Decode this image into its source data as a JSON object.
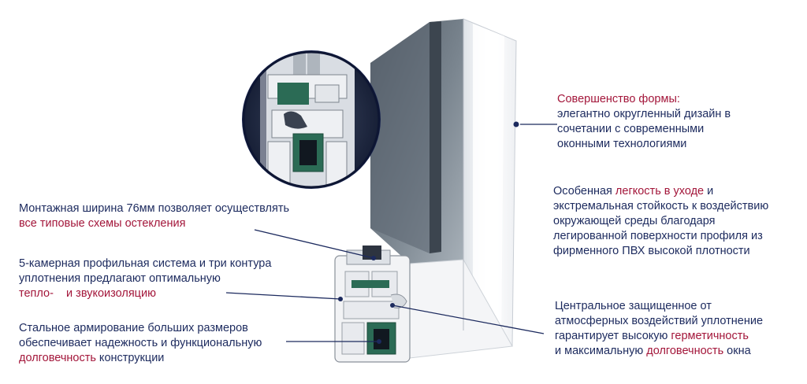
{
  "colors": {
    "text": "#1c2a5e",
    "highlight": "#a3163a",
    "glass": "#6c7782",
    "profile": "#f3f4f6",
    "seal_green": "#2b6b55",
    "inset_ring": "#1f2c5c"
  },
  "callouts": {
    "form": {
      "title": "Совершенство формы:",
      "line1": "элегантно округленный дизайн в",
      "line2": "сочетании с современными",
      "line3": "оконными технологиями"
    },
    "care": {
      "l1_pre": "Особенная ",
      "l1_hl": "легкость в уходе",
      "l1_post": " и",
      "line2": "экстремальная стойкость к воздействию",
      "line3": "окружающей среды благодаря",
      "line4": "легированной поверхности профиля из",
      "line5": "фирменного ПВХ высокой плотности"
    },
    "seal": {
      "line1": "Центральное защищенное от",
      "line2": "атмосферных воздействий уплотнение",
      "l3_pre": "гарантирует высокую ",
      "l3_hl": "герметичность",
      "l4_pre": "и максимальную ",
      "l4_hl": "долговечность",
      "l4_post": " окна"
    },
    "width": {
      "line1": "Монтажная ширина 76мм позволяет осуществлять",
      "line2_hl": "все типовые схемы остекления"
    },
    "chambers": {
      "line1": "5-камерная профильная система и три контура",
      "line2": "уплотнения предлагают оптимальную",
      "l3_hl_a": "тепло-",
      "l3_gap": "    ",
      "l3_hl_b": "и звукоизоляцию"
    },
    "steel": {
      "line1": "Стальное армирование больших размеров",
      "line2": "обеспечивает надежность и функциональную",
      "l3_hl": "долговечность",
      "l3_post": " конструкции"
    }
  }
}
